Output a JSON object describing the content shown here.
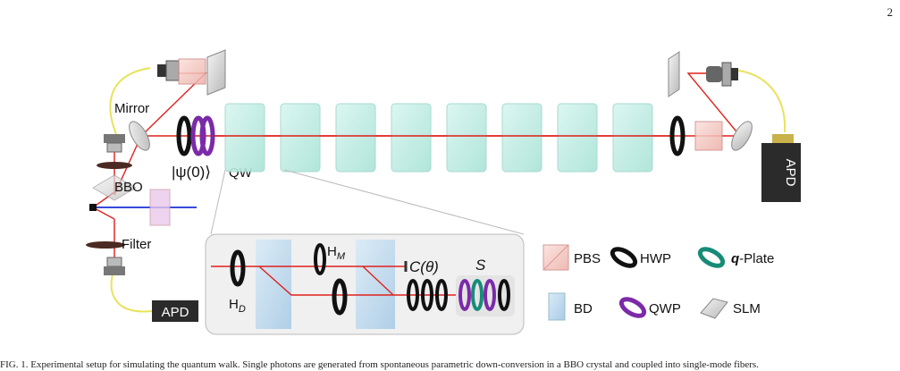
{
  "page_number": "2",
  "labels": {
    "mirror": "Mirror",
    "bbo": "BBO",
    "filter": "Filter",
    "psi": "|ψ(0)⟩",
    "qw": "QW",
    "apd": "APD",
    "hd": "H",
    "hd_sub": "D",
    "hm": "H",
    "hm_sub": "M",
    "c_theta": "C(θ)",
    "s": "S"
  },
  "legend": {
    "pbs": "PBS",
    "hwp": "HWP",
    "qplate_q": "q",
    "qplate_rest": "-Plate",
    "bd": "BD",
    "qwp": "QWP",
    "slm": "SLM"
  },
  "colors": {
    "laser_red": "#e0201c",
    "pump_blue": "#1a2fd6",
    "bd_teal": "#bfeee6",
    "pbs_pink": "#f6c9c4",
    "qwp_purple": "#7b2aa8",
    "qplate_teal": "#168c78",
    "fiber_yellow": "#e8e25a"
  },
  "caption": "FIG. 1. Experimental setup for simulating the quantum walk. Single photons are generated from spontaneous parametric down-conversion in a BBO crystal and coupled into single-mode fibers."
}
